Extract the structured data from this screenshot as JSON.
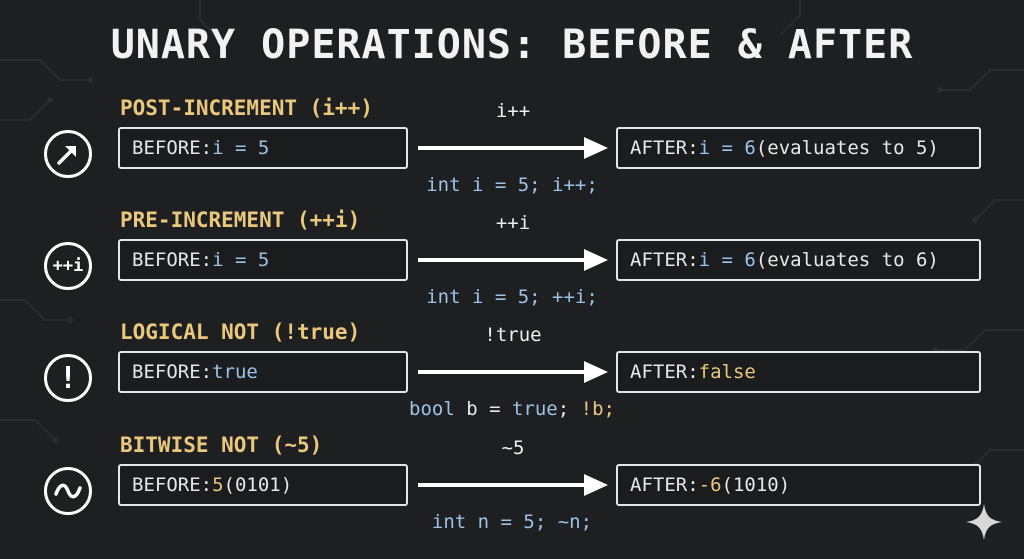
{
  "title": "UNARY OPERATIONS: BEFORE & AFTER",
  "sections": [
    {
      "label": "POST-INCREMENT (i++)",
      "icon": "arrow-up-right-icon",
      "before_prefix": "BEFORE: ",
      "before_value": "i = 5",
      "operator": "i++",
      "after_prefix": "AFTER: ",
      "after_value": "i = 6",
      "after_suffix": " (evaluates to 5)",
      "code_type": "int",
      "code_rest": " i = 5; i++;"
    },
    {
      "label": "PRE-INCREMENT (++i)",
      "icon": "plus-plus-i-icon",
      "icon_text": "++i",
      "before_prefix": "BEFORE: ",
      "before_value": "i = 5",
      "operator": "++i",
      "after_prefix": "AFTER: ",
      "after_value": "i = 6",
      "after_suffix": " (evaluates to 6)",
      "code_type": "int",
      "code_rest": " i = 5; ++i;"
    },
    {
      "label": "LOGICAL NOT (!true)",
      "icon": "exclamation-icon",
      "icon_text": "!",
      "before_prefix": "BEFORE: ",
      "before_value": "true",
      "operator": "!true",
      "after_prefix": "AFTER: ",
      "after_value": "false",
      "code_type": "bool",
      "code_rest_a": " b = ",
      "code_value": "true",
      "code_rest_b": "; ",
      "code_op": "!b;"
    },
    {
      "label": "BITWISE NOT (~5)",
      "icon": "tilde-icon",
      "before_prefix": "BEFORE: ",
      "before_value": "5",
      "before_suffix": " (0101)",
      "operator": "~5",
      "after_prefix": "AFTER: ",
      "after_value": "-6",
      "after_suffix": " (1010)",
      "code_type": "int",
      "code_rest": " n = 5; ~n;"
    }
  ],
  "colors": {
    "background": "#1d1f21",
    "label": "#e9c77b",
    "keyword": "#9cc3e6",
    "text": "#e8e8e8"
  }
}
